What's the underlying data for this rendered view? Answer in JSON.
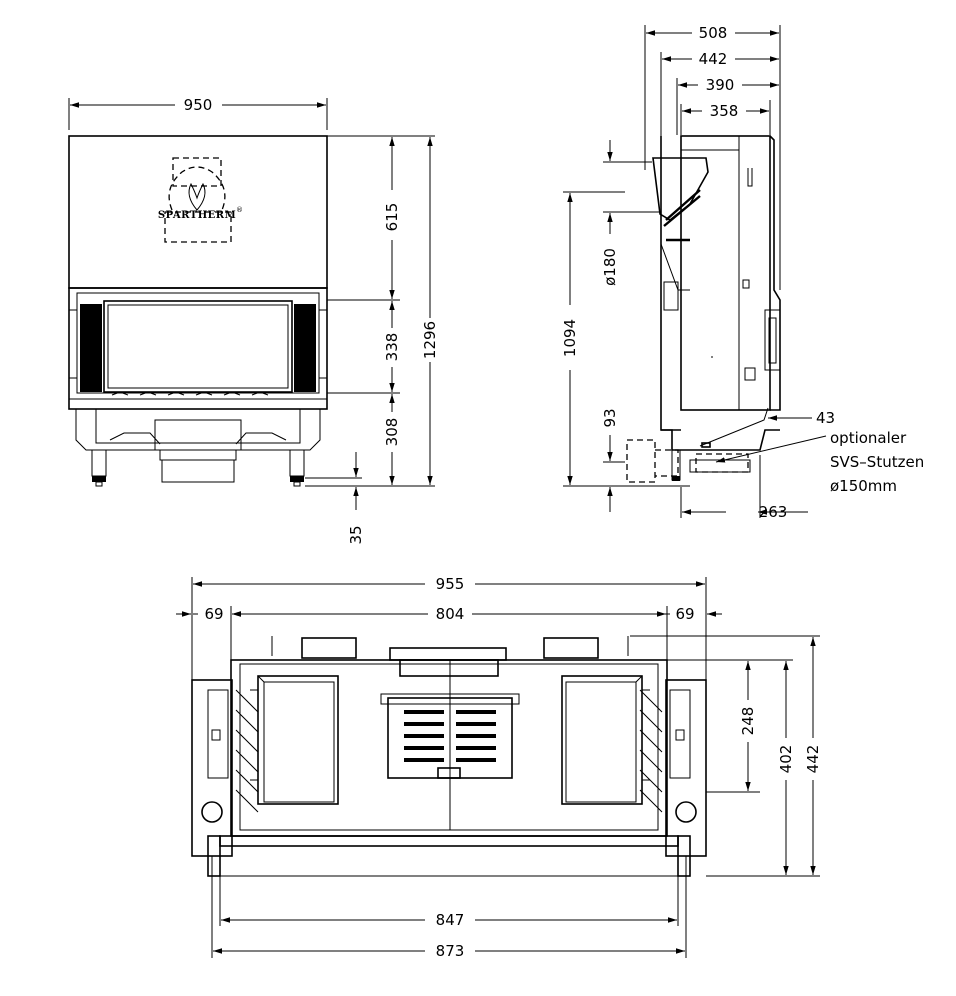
{
  "colors": {
    "line": "#000000",
    "background": "#ffffff"
  },
  "front_view": {
    "dims": {
      "width": "950",
      "top_section": "615",
      "window": "338",
      "base": "308",
      "total_height": "1296",
      "foot": "35"
    },
    "logo": {
      "brand": "SPARTHERM",
      "mark": "®"
    }
  },
  "side_view": {
    "dims": {
      "d508": "508",
      "d442": "442",
      "d390": "390",
      "d358": "358",
      "flue": "ø180",
      "height": "1094",
      "d93": "93",
      "d43": "43",
      "d263": "263"
    },
    "note": {
      "line1": "optionaler",
      "line2": "SVS–Stutzen",
      "line3": "ø150mm"
    }
  },
  "top_view": {
    "dims": {
      "total": "955",
      "left_offset": "69",
      "middle": "804",
      "right_offset": "69",
      "d248": "248",
      "d402": "402",
      "d442": "442",
      "d847": "847",
      "d873": "873"
    }
  }
}
